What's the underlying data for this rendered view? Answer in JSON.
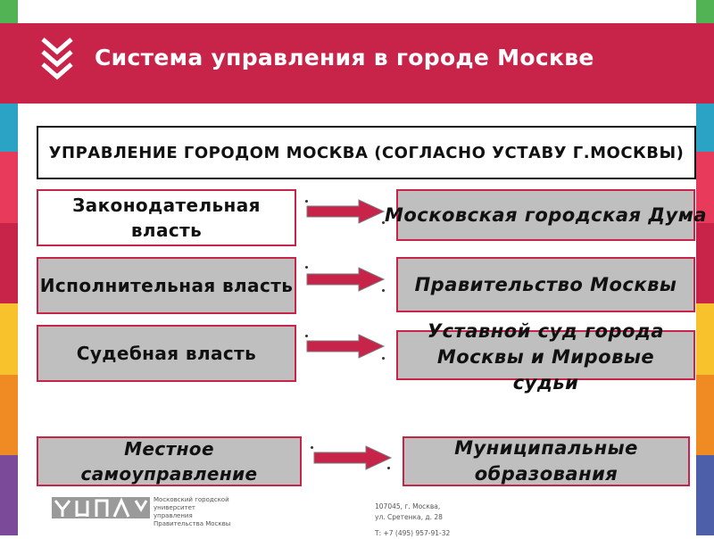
{
  "header": {
    "title": "Система управления в городе Москве",
    "color": "#c8244a"
  },
  "main_box": {
    "text": "УПРАВЛЕНИЕ ГОРОДОМ  МОСКВА (СОГЛАСНО УСТАВУ Г.МОСКВЫ)"
  },
  "rows": [
    {
      "left": "Законодательная власть",
      "right": "Московская городская Дума"
    },
    {
      "left": "Исполнительная власть",
      "right": "Правительство Москвы"
    },
    {
      "left": "Судебная  власть",
      "right": "Уставной суд города Москвы и Мировые судьи"
    },
    {
      "left": "Местное самоуправление",
      "right": "Муниципальные образования"
    }
  ],
  "footer": {
    "logo_text": "Московский городской университет управления Правительства Москвы",
    "address_line1": "107045, г. Москва,",
    "address_line2": "ул. Сретенка, д. 28",
    "phone": "Т: +7 (495) 957-91-32"
  },
  "colors": {
    "accent": "#c8244a",
    "box_gray": "#bfbfbf",
    "edge_stripes": [
      "#e83a5b",
      "#f08a23",
      "#f7c22b",
      "#52b355",
      "#2aa3c5",
      "#4c5fa8",
      "#7b4b9a"
    ]
  },
  "icons": {
    "header_icon": "chevrons-down-icon",
    "arrow": "right-arrow-icon"
  }
}
